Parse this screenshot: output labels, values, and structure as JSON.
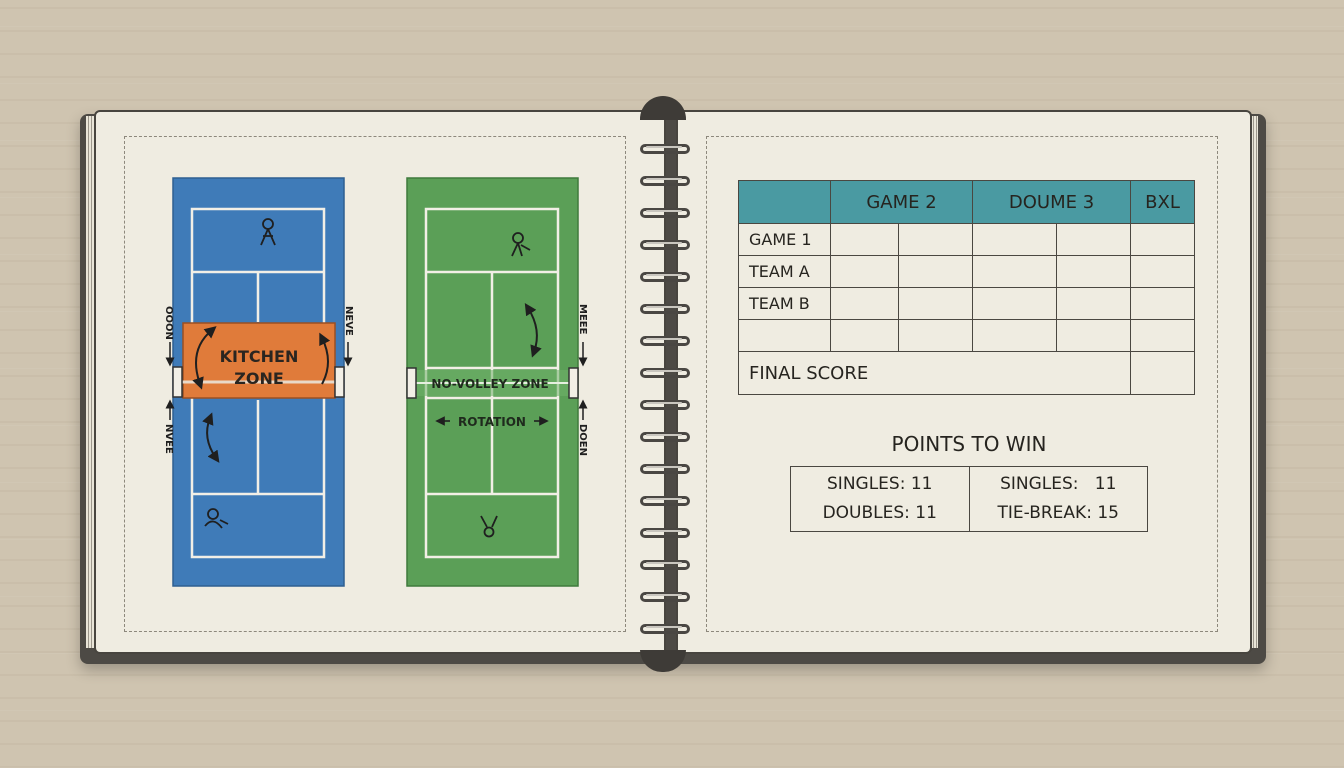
{
  "notebook": {
    "left_page": {
      "court_blue": {
        "zone_label_line1": "KITCHEN",
        "zone_label_line2": "ZONE",
        "side_label_top_left": "OOON",
        "side_label_top_right": "NEVE",
        "side_label_bottom_left": "NVEE",
        "colors": {
          "court": "#3f7bb8",
          "kitchen": "#e07b3a",
          "lines": "#f2efe6"
        }
      },
      "court_green": {
        "zone_label": "NO-VOLLEY ZONE",
        "rotation_label": "ROTATION",
        "side_label_top_right": "MEEE",
        "side_label_bottom_right": "DOEN",
        "colors": {
          "court": "#5b9f57",
          "lines": "#f2efe6"
        }
      }
    },
    "right_page": {
      "score_table": {
        "headers": [
          "",
          "GAME 2",
          "DOUME 3",
          "BXL"
        ],
        "rows": [
          "GAME 1",
          "TEAM A",
          "TEAM B",
          ""
        ],
        "final_label": "FINAL SCORE",
        "header_color": "#4a9aa2"
      },
      "points_to_win": {
        "title": "POINTS TO WIN",
        "left": [
          "SINGLES: 11",
          "DOUBLES: 11"
        ],
        "right": [
          "SINGLES:   11",
          "TIE-BREAK: 15"
        ]
      }
    }
  }
}
